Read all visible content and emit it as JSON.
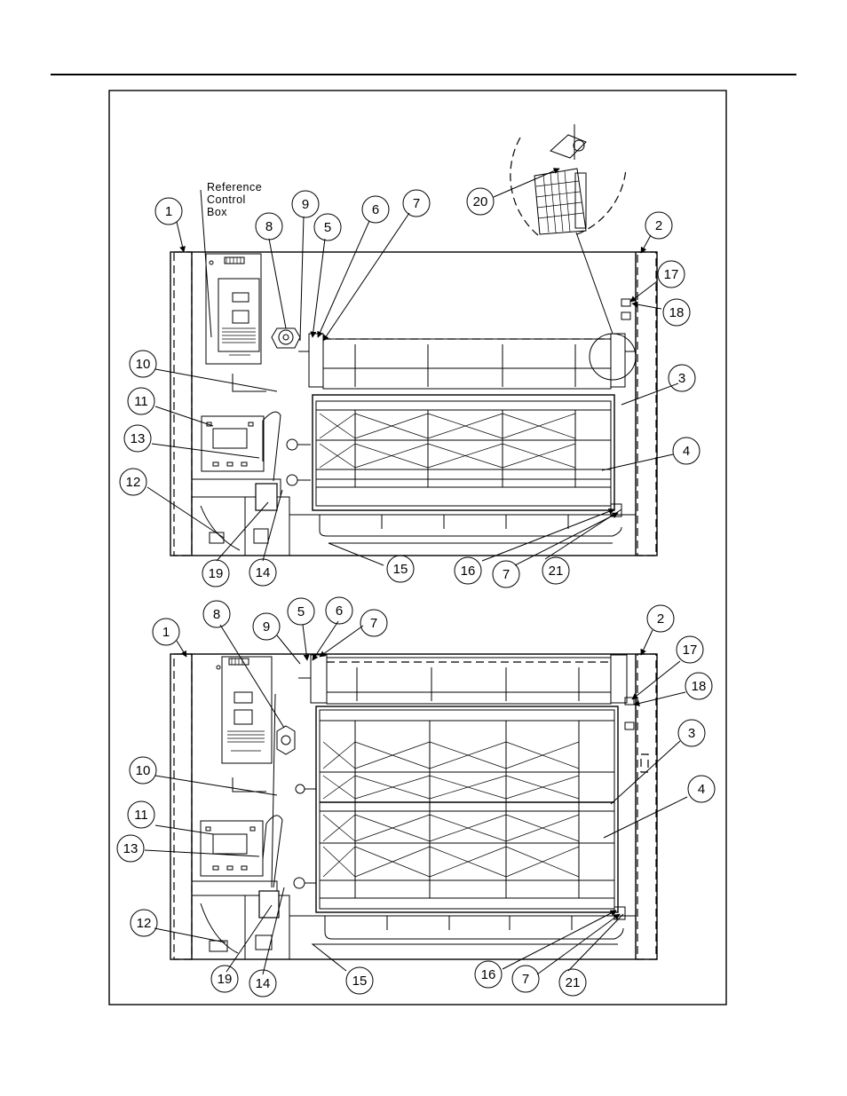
{
  "reference_note": [
    "Reference",
    "Control",
    "Box"
  ],
  "diagram_top": {
    "callouts": [
      "1",
      "2",
      "3",
      "4",
      "5",
      "6",
      "7",
      "8",
      "9",
      "10",
      "11",
      "12",
      "13",
      "14",
      "15",
      "16",
      "7",
      "17",
      "18",
      "19",
      "20",
      "21"
    ]
  },
  "diagram_bottom": {
    "callouts": [
      "1",
      "2",
      "3",
      "4",
      "5",
      "6",
      "7",
      "8",
      "9",
      "10",
      "11",
      "12",
      "13",
      "14",
      "15",
      "16",
      "7",
      "17",
      "18",
      "19",
      "21"
    ]
  }
}
